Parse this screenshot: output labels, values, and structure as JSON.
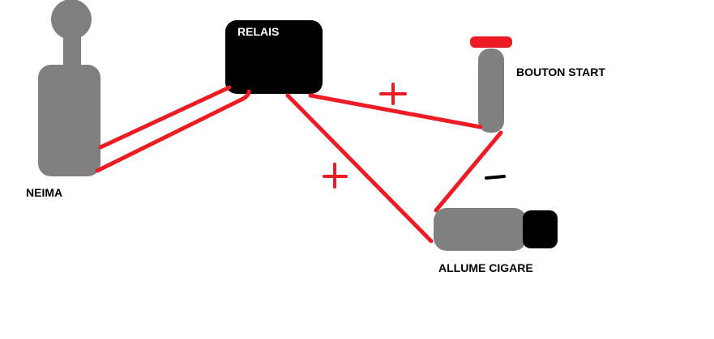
{
  "diagram": {
    "title": "",
    "colors": {
      "background": "#ffffff",
      "component_gray": "#808080",
      "wire_red": "#ed1c24",
      "relay_black": "#000000",
      "text": "#000000",
      "text_on_dark": "#ffffff"
    },
    "components": [
      {
        "id": "neima",
        "label": "NEIMA",
        "shape": "bottle"
      },
      {
        "id": "relais",
        "label": "RELAIS",
        "shape": "rounded-rect"
      },
      {
        "id": "bouton_start",
        "label": "BOUTON START",
        "shape": "push-button"
      },
      {
        "id": "allume_cigare",
        "label": "ALLUME CIGARE",
        "shape": "cigarette-lighter-plug"
      }
    ],
    "connections": [
      {
        "from": "neima",
        "to": "relais",
        "polarity": ""
      },
      {
        "from": "neima",
        "to": "relais",
        "polarity": ""
      },
      {
        "from": "relais",
        "to": "bouton_start",
        "polarity": "+"
      },
      {
        "from": "relais",
        "to": "allume_cigare",
        "polarity": "+"
      },
      {
        "from": "bouton_start",
        "to": "allume_cigare",
        "polarity": "−"
      }
    ],
    "polarity_marks": {
      "relais_bouton": "+",
      "relais_allume": "+",
      "bouton_allume": "−"
    }
  }
}
